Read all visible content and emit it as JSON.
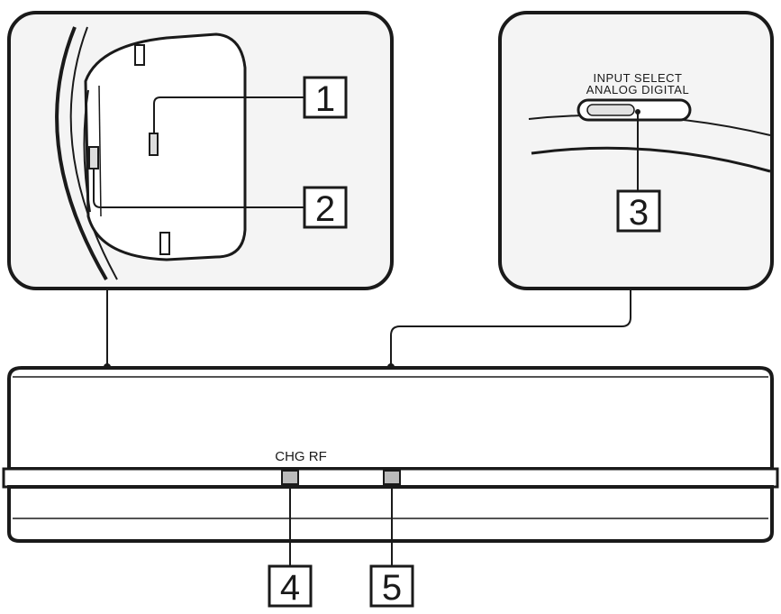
{
  "callouts": {
    "c1": "1",
    "c2": "2",
    "c3": "3",
    "c4": "4",
    "c5": "5"
  },
  "switch_labels": {
    "top": "INPUT SELECT",
    "bottom": "ANALOG DIGITAL"
  },
  "base_label": "CHG RF",
  "colors": {
    "line": "#1a1a1a",
    "panel": "#f4f4f4",
    "background": "#ffffff"
  }
}
